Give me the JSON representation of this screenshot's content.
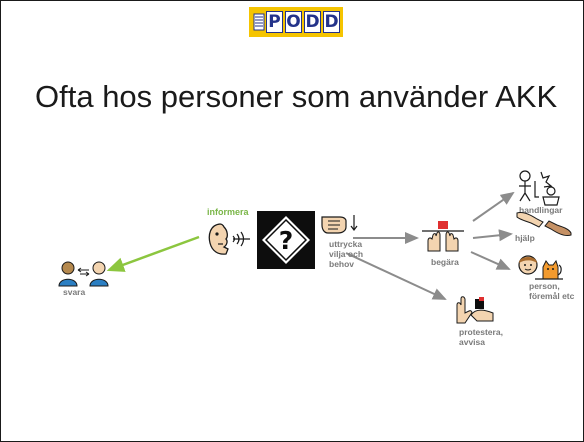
{
  "logo": {
    "letters": [
      "P",
      "O",
      "D",
      "D"
    ]
  },
  "headline": "Ofta hos personer som använder AKK",
  "labels": {
    "informera": "informera",
    "svara": "svara",
    "uttrycka": [
      "uttrycka",
      "vilja och",
      "behov"
    ],
    "begara": "begära",
    "handlingar": "handlingar",
    "hjalp": "hjälp",
    "person": [
      "person,",
      "föremål etc"
    ],
    "protestera": [
      "protestera,",
      "avvisa"
    ]
  },
  "colors": {
    "arrow_gray": "#8c8c8c",
    "arrow_green": "#8cc63f",
    "logo_yellow": "#f5c400",
    "logo_blue": "#24338a"
  },
  "icons": [
    "speaking-face-icon",
    "question-diamond-icon",
    "pointing-hand-icon",
    "two-persons-icon",
    "request-hands-icon",
    "actions-icon",
    "help-hands-icon",
    "person-cat-icon",
    "protest-hand-icon"
  ]
}
